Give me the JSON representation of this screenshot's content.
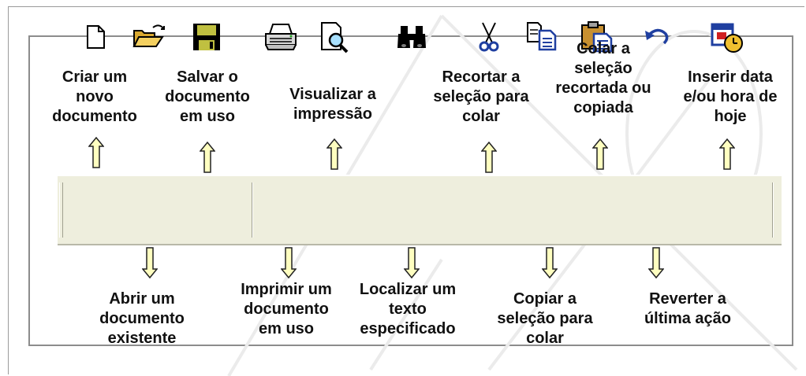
{
  "toolbar": {
    "buttons": [
      {
        "id": "new",
        "icon": "new-document-icon",
        "label": "Criar um\nnovo\ndocumento",
        "label_position": "above"
      },
      {
        "id": "open",
        "icon": "open-folder-icon",
        "label": "Abrir um\ndocumento\nexistente",
        "label_position": "below"
      },
      {
        "id": "save",
        "icon": "save-disk-icon",
        "label": "Salvar o\ndocumento\nem uso",
        "label_position": "above"
      },
      {
        "id": "print",
        "icon": "printer-icon",
        "label": "Imprimir um\ndocumento\nem uso",
        "label_position": "below"
      },
      {
        "id": "preview",
        "icon": "print-preview-icon",
        "label": "Visualizar a\nimpressão",
        "label_position": "above"
      },
      {
        "id": "find",
        "icon": "binoculars-icon",
        "label": "Localizar um\ntexto\nespecificado",
        "label_position": "below"
      },
      {
        "id": "cut",
        "icon": "scissors-icon",
        "label": "Recortar a\nseleção para\ncolar",
        "label_position": "above"
      },
      {
        "id": "copy",
        "icon": "copy-icon",
        "label": "Copiar a\nseleção para\ncolar",
        "label_position": "below"
      },
      {
        "id": "paste",
        "icon": "paste-icon",
        "label": "Colar a\nseleção\nrecortada ou\ncopiada",
        "label_position": "above"
      },
      {
        "id": "undo",
        "icon": "undo-icon",
        "label": "Reverter a\núltima ação",
        "label_position": "below"
      },
      {
        "id": "datetime",
        "icon": "date-time-icon",
        "label": "Inserir data\ne/ou hora de\nhoje",
        "label_position": "above"
      }
    ]
  },
  "colors": {
    "arrow_fill": "#ffffc0",
    "arrow_stroke": "#222222",
    "toolbar_bg": "#eeeedd",
    "icon_blue": "#1f3fa0"
  }
}
